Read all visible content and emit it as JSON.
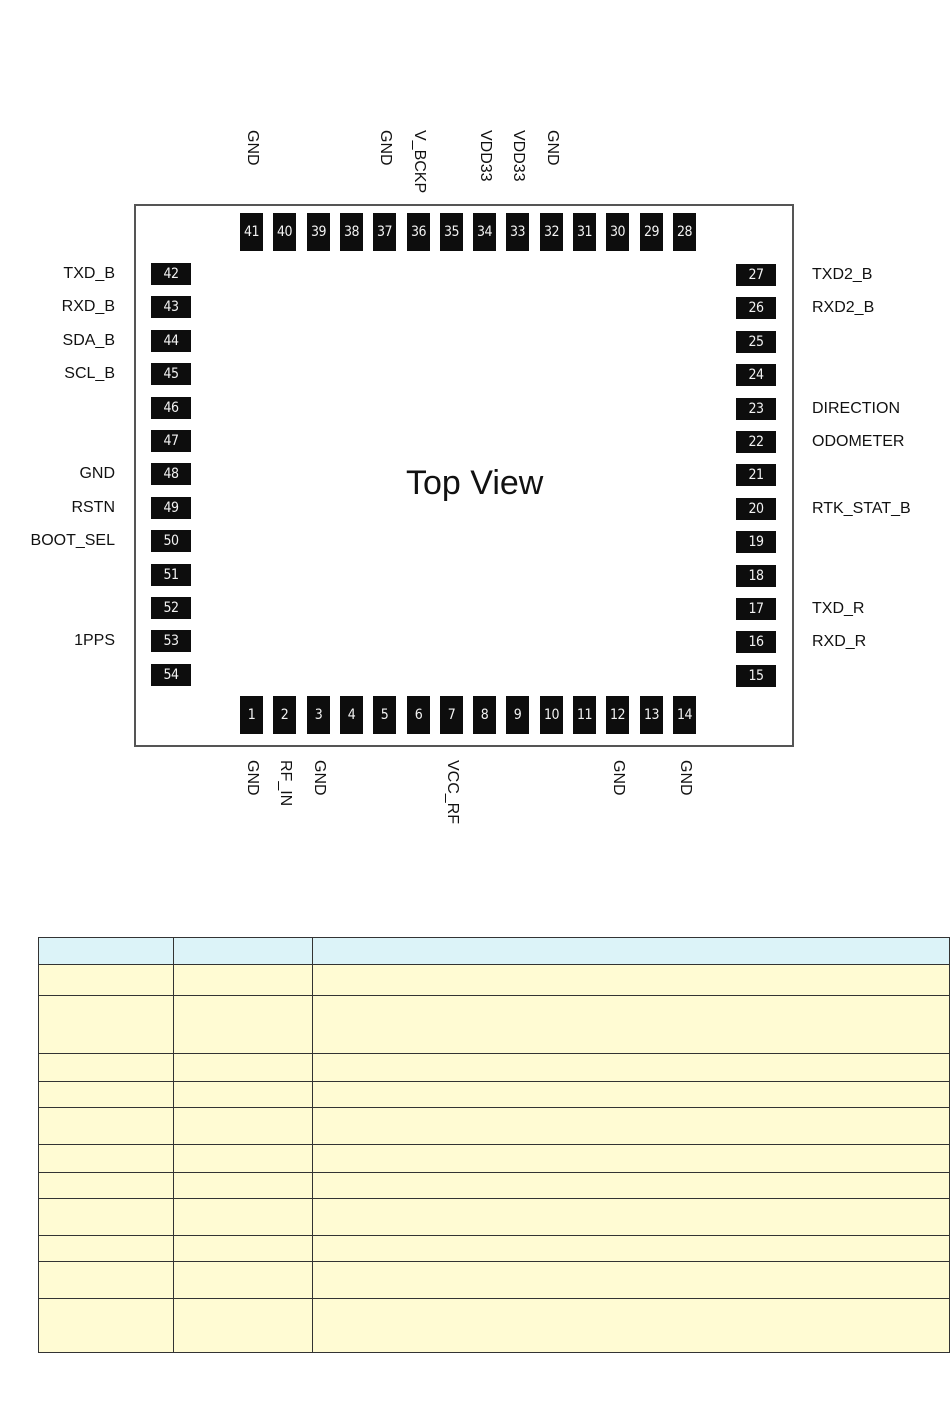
{
  "diagram": {
    "title": "Top View",
    "pins": {
      "top": [
        "41",
        "40",
        "39",
        "38",
        "37",
        "36",
        "35",
        "34",
        "33",
        "32",
        "31",
        "30",
        "29",
        "28"
      ],
      "left": [
        "42",
        "43",
        "44",
        "45",
        "46",
        "47",
        "48",
        "49",
        "50",
        "51",
        "52",
        "53",
        "54"
      ],
      "right": [
        "27",
        "26",
        "25",
        "24",
        "23",
        "22",
        "21",
        "20",
        "19",
        "18",
        "17",
        "16",
        "15"
      ],
      "bottom": [
        "1",
        "2",
        "3",
        "4",
        "5",
        "6",
        "7",
        "8",
        "9",
        "10",
        "11",
        "12",
        "13",
        "14"
      ]
    },
    "labels": {
      "top": {
        "41": "GND",
        "37": "GND",
        "36": "V_BCKP",
        "34": "VDD33",
        "33": "VDD33",
        "32": "GND"
      },
      "left": {
        "42": "TXD_B",
        "43": "RXD_B",
        "44": "SDA_B",
        "45": "SCL_B",
        "48": "GND",
        "49": "RSTN",
        "50": "BOOT_SEL",
        "53": "1PPS"
      },
      "right": {
        "27": "TXD2_B",
        "26": "RXD2_B",
        "23": "DIRECTION",
        "22": "ODOMETER",
        "20": "RTK_STAT_B",
        "17": "TXD_R",
        "16": "RXD_R"
      },
      "bottom": {
        "1": "GND",
        "2": "RF_IN",
        "3": "GND",
        "7": "VCC_RF",
        "12": "GND",
        "14": "GND"
      }
    }
  },
  "table": {
    "columns": 3,
    "row_count": 11
  }
}
